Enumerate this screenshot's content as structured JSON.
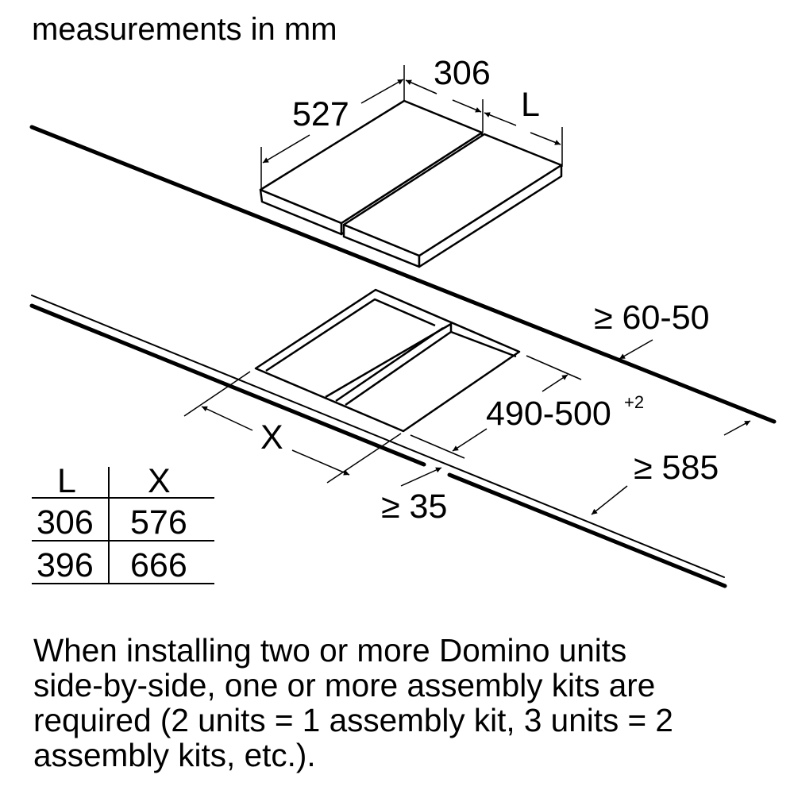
{
  "title": "measurements in mm",
  "unit_dims": {
    "depth": "527",
    "width": "306",
    "width_variable": "L"
  },
  "cutout_dims": {
    "offset_back": "≥ 60-50",
    "depth": "490-500",
    "depth_tolerance": "+2",
    "countertop_depth": "≥ 585",
    "front_offset": "≥ 35",
    "width_variable": "X"
  },
  "table": {
    "headers": [
      "L",
      "X"
    ],
    "rows": [
      [
        "306",
        "576"
      ],
      [
        "396",
        "666"
      ]
    ]
  },
  "note": {
    "lines": [
      "When installing two or more Domino units",
      "side-by-side, one or more assembly kits are",
      "required (2 units = 1 assembly kit, 3 units = 2",
      "assembly kits, etc.)."
    ]
  }
}
